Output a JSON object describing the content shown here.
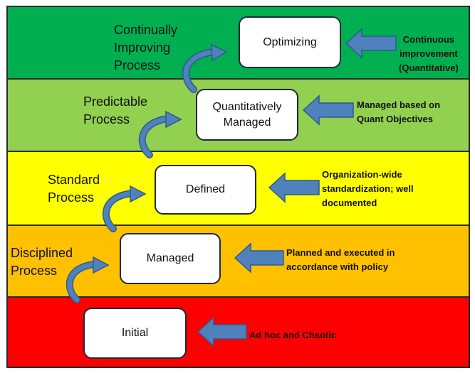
{
  "colors": {
    "level5_band": "#00b050",
    "level4_band": "#92d050",
    "level3_band": "#ffff00",
    "level2_band": "#ffc000",
    "level1_band": "#ff0000",
    "arrow_fill": "#4f81bd",
    "arrow_stroke": "#2e5a8c",
    "box_border": "#1e2a38"
  },
  "levels": [
    {
      "level_name": "Optimizing",
      "stage": "Continually\nImproving\nProcess",
      "description": "Continuous\nimprovement\n(Quantitative)"
    },
    {
      "level_name": "Quantitatively\nManaged",
      "stage": "Predictable\nProcess",
      "description": "Managed based on\nQuant Objectives"
    },
    {
      "level_name": "Defined",
      "stage": "Standard\nProcess",
      "description": "Organization-wide\nstandardization; well\ndocumented"
    },
    {
      "level_name": "Managed",
      "stage": "Disciplined\nProcess",
      "description": "Planned and executed in\naccordance with policy"
    },
    {
      "level_name": "Initial",
      "stage": "",
      "description": "Ad hoc and Chaotic"
    }
  ]
}
